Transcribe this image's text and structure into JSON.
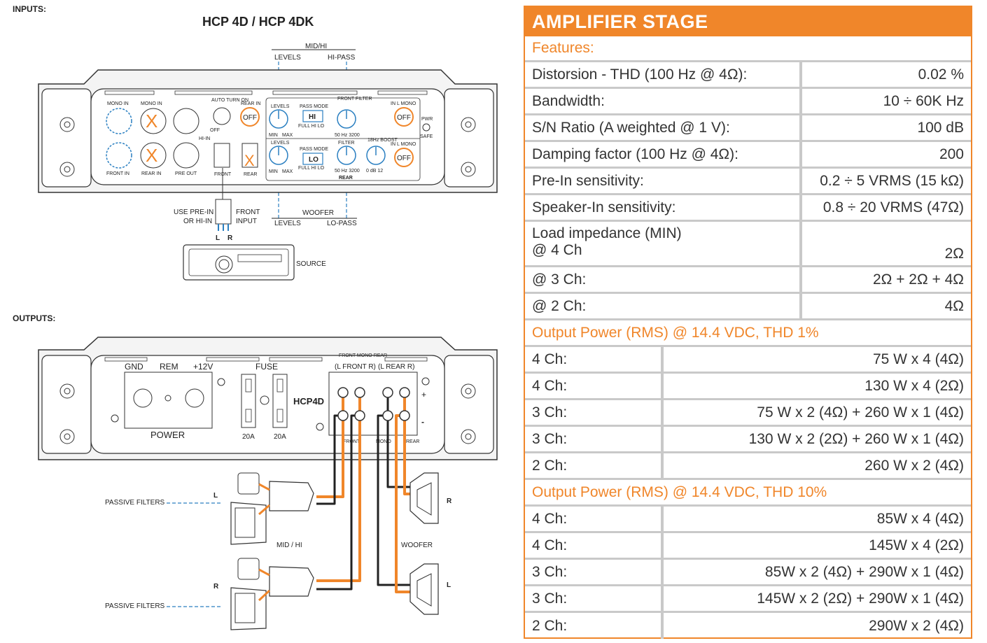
{
  "diagram": {
    "inputs_label": "INPUTS:",
    "outputs_label": "OUTPUTS:",
    "title": "HCP 4D / HCP 4DK",
    "top_labels": {
      "midhi": "MID/HI",
      "levels": "LEVELS",
      "hipass": "HI-PASS"
    },
    "amp_labels": {
      "mono_in_l": "MONO IN",
      "mono_in_r": "MONO IN",
      "front_in": "FRONT IN",
      "rear_in": "REAR IN",
      "pre_out": "PRE OUT",
      "auto_turn_on": "AUTO TURN ON",
      "rear_in2": "REAR IN",
      "off": "OFF",
      "on": "ON",
      "hi_in": "HI-IN",
      "front": "FRONT",
      "rear": "REAR",
      "levels": "LEVELS",
      "pass_mode": "PASS MODE",
      "hi": "HI",
      "lo": "LO",
      "full_hi_lo": "FULL  HI  LO",
      "min": "MIN",
      "max": "MAX",
      "front_filter": "FRONT FILTER",
      "filter": "FILTER",
      "hz_range": "50 Hz 3200",
      "boost": "18Hz BOOST",
      "db_range": "0  dB  12",
      "in_l_mono": "IN L MONO",
      "pwr": "PWR",
      "safe": "SAFE",
      "l": "L",
      "r": "R"
    },
    "bottom_labels": {
      "woofer": "WOOFER",
      "levels": "LEVELS",
      "lopass": "LO-PASS"
    },
    "source_labels": {
      "use_pre_in": "USE PRE-IN",
      "or_hi_in": "OR HI-IN",
      "front": "FRONT",
      "input": "INPUT",
      "l": "L",
      "r": "R",
      "source": "SOURCE"
    },
    "out_amp": {
      "gnd": "GND",
      "rem": "REM",
      "v12": "+12V",
      "fuse": "FUSE",
      "power": "POWER",
      "amp20a": "20A",
      "amp20b": "20A",
      "model": "HCP4D",
      "front_mono_rear": "FRONT  MONO  REAR",
      "l_front_r": "(L  FRONT  R)",
      "l_rear_r": "(L  REAR  R)",
      "plus": "+",
      "minus": "-",
      "front_b": "FRONT",
      "mono_b": "MONO",
      "rear_b": "REAR"
    },
    "speakers": {
      "passive_filters_1": "PASSIVE FILTERS",
      "passive_filters_2": "PASSIVE FILTERS",
      "l_top": "L",
      "r_bottom": "R",
      "mid_hi": "MID / HI",
      "woofer": "WOOFER",
      "r_woofer": "R",
      "l_woofer": "L"
    }
  },
  "specs": {
    "title": "AMPLIFIER STAGE",
    "features_label": "Features:",
    "features": [
      {
        "k": "Distorsion - THD (100 Hz @ 4Ω):",
        "v": "0.02 %"
      },
      {
        "k": "Bandwidth:",
        "v": "10 ÷ 60K Hz"
      },
      {
        "k": "S/N Ratio (A weighted @ 1 V):",
        "v": "100 dB"
      },
      {
        "k": "Damping factor (100 Hz @ 4Ω):",
        "v": "200"
      },
      {
        "k": "Pre-In sensitivity:",
        "v": "0.2 ÷ 5 VRMS (15 kΩ)"
      },
      {
        "k": "Speaker-In sensitivity:",
        "v": "0.8 ÷ 20 VRMS (47Ω)"
      }
    ],
    "load": {
      "k1": "Load impedance (MIN)",
      "k2": "@ 4 Ch",
      "v": "2Ω"
    },
    "load_rows": [
      {
        "k": "@ 3 Ch:",
        "v": "2Ω + 2Ω + 4Ω"
      },
      {
        "k": "@ 2 Ch:",
        "v": "4Ω"
      }
    ],
    "power1_label": "Output Power (RMS) @ 14.4 VDC, THD 1%",
    "power1": [
      {
        "k": "4 Ch:",
        "v": "75 W x 4 (4Ω)"
      },
      {
        "k": "4 Ch:",
        "v": "130 W x 4 (2Ω)"
      },
      {
        "k": "3 Ch:",
        "v": "75 W x 2 (4Ω) + 260 W x 1 (4Ω)"
      },
      {
        "k": "3 Ch:",
        "v": "130 W x 2 (2Ω) + 260 W x 1 (4Ω)"
      },
      {
        "k": "2 Ch:",
        "v": "260 W x 2 (4Ω)"
      }
    ],
    "power2_label": "Output Power (RMS) @ 14.4 VDC, THD 10%",
    "power2": [
      {
        "k": "4 Ch:",
        "v": "85W x 4 (4Ω)"
      },
      {
        "k": "4 Ch:",
        "v": "145W x 4 (2Ω)"
      },
      {
        "k": "3 Ch:",
        "v": "85W x 2 (4Ω) + 290W x 1 (4Ω)"
      },
      {
        "k": "3 Ch:",
        "v": "145W x 2 (2Ω) + 290W x 1 (4Ω)"
      },
      {
        "k": "2 Ch:",
        "v": "290W x 2 (4Ω)"
      }
    ],
    "accent_color": "#f0862a",
    "divider_color": "#c9c9c9"
  }
}
